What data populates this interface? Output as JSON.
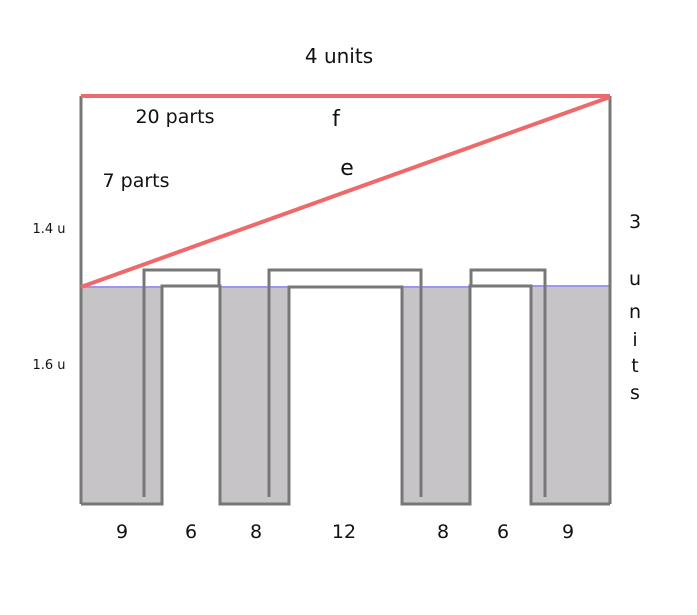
{
  "labels": {
    "top_width": "4 units",
    "parts_20": "20 parts",
    "parts_7": "7 parts",
    "letter_f": "f",
    "letter_e": "e",
    "height_upper": "1.4 u",
    "height_lower": "1.6 u",
    "right_height": [
      "3",
      "u",
      "n",
      "i",
      "t",
      "s"
    ],
    "bottom_widths": [
      "9",
      "6",
      "8",
      "12",
      "8",
      "6",
      "9"
    ]
  },
  "colors": {
    "outline": "#777777",
    "fill": "#c6c4c6",
    "water_line": "#9b97f0",
    "red_lines": "#ee6a6a",
    "text": "#111111"
  }
}
